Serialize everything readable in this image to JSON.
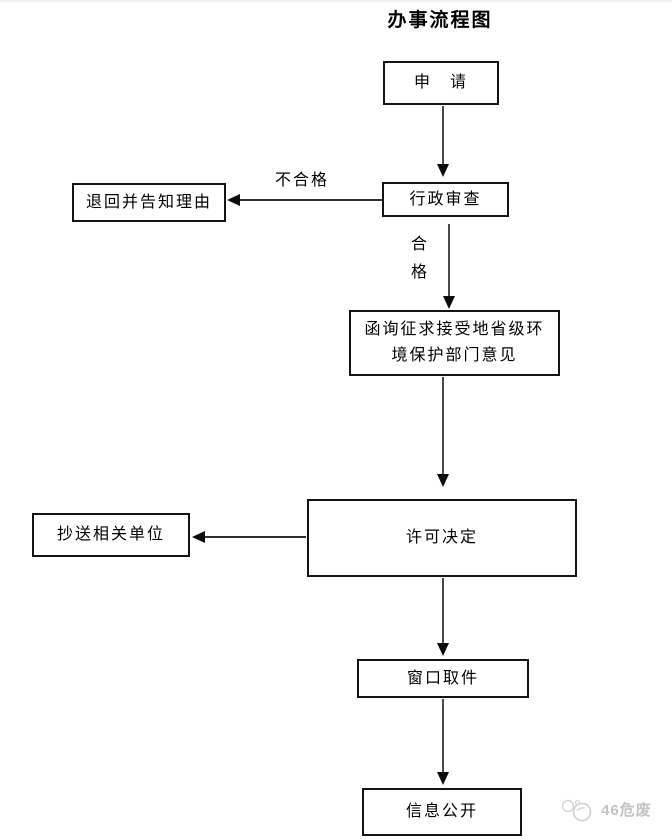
{
  "page": {
    "title": "办事流程图"
  },
  "flow": {
    "nodes": {
      "apply": "申　请",
      "review": "行政审查",
      "return": "退回并告知理由",
      "consult": "函询征求接受地省级环\n境保护部门意见",
      "decision": "许可决定",
      "copy": "抄送相关单位",
      "pickup": "窗口取件",
      "publish": "信息公开"
    },
    "edge_labels": {
      "fail": "不合格",
      "pass": "合\n格"
    }
  },
  "watermark": {
    "brand": "46危废"
  },
  "colors": {
    "box_border": "#141414",
    "connector": "#4a4a4a",
    "arrowhead": "#0d0d0d",
    "text": "#000000",
    "watermark": "#c3c3c3"
  }
}
